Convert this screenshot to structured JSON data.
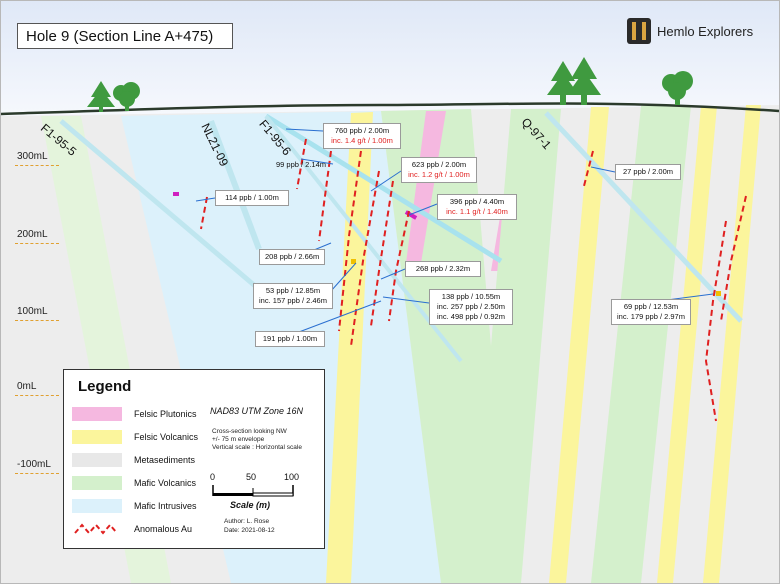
{
  "title": "Hole 9 (Section Line A+475)",
  "logo": {
    "name": "Hemlo Explorers",
    "icon": "hemlo-logo-icon"
  },
  "elevations": [
    "300mL",
    "200mL",
    "100mL",
    "0mL",
    "-100mL"
  ],
  "holes": [
    "F1-95-5",
    "NL21-09",
    "F1-95-6",
    "Q-97-1"
  ],
  "callouts": [
    {
      "line1": "760 ppb / 2.00m",
      "line2": "inc. 1.4 g/t / 1.00m"
    },
    {
      "line1": "99 ppb / 2.14m",
      "line2": ""
    },
    {
      "line1": "623 ppb / 2.00m",
      "line2": "inc. 1.2 g/t / 1.00m"
    },
    {
      "line1": "27 ppb / 2.00m",
      "line2": ""
    },
    {
      "line1": "114 ppb / 1.00m",
      "line2": ""
    },
    {
      "line1": "396 ppb / 4.40m",
      "line2": "inc. 1.1 g/t / 1.40m"
    },
    {
      "line1": "208 ppb / 2.66m",
      "line2": ""
    },
    {
      "line1": "268 ppb / 2.32m",
      "line2": ""
    },
    {
      "line1": "53 ppb / 12.85m",
      "line2": "inc. 157 ppb / 2.46m"
    },
    {
      "line1": "138 ppb / 10.55m",
      "line2": "inc. 257 ppb / 2.50m",
      "line3": "inc. 498 ppb / 0.92m"
    },
    {
      "line1": "69 ppb / 12.53m",
      "line2": "inc. 179 ppb / 2.97m"
    },
    {
      "line1": "191 ppb / 1.00m",
      "line2": ""
    }
  ],
  "legend": {
    "title": "Legend",
    "items": [
      {
        "label": "Felsic Plutonics",
        "color": "#f5b8e0"
      },
      {
        "label": "Felsic Volcanics",
        "color": "#fbf59c"
      },
      {
        "label": "Metasediments",
        "color": "#e8e8e8"
      },
      {
        "label": "Mafic Volcanics",
        "color": "#d4f0cc"
      },
      {
        "label": "Mafic Intrusives",
        "color": "#dcf1fb"
      },
      {
        "label": "Anomalous Au",
        "color": "#e02020"
      }
    ],
    "datum": "NAD83 UTM Zone 16N",
    "notes": [
      "Cross-section looking NW",
      "+/- 75 m envelope",
      "Vertical scale : Horizontal scale"
    ],
    "scale": {
      "ticks": [
        "0",
        "50",
        "100"
      ],
      "label": "Scale (m)"
    },
    "author": "Author: L. Rose",
    "date": "Date: 2021-08-12"
  },
  "colors": {
    "ground_line": "#2b3a2b",
    "tree": "#3f9a3f",
    "drill_trace": "#a8e2ee",
    "anomaly": "#e02020",
    "arrow": "#2a6fd0"
  }
}
